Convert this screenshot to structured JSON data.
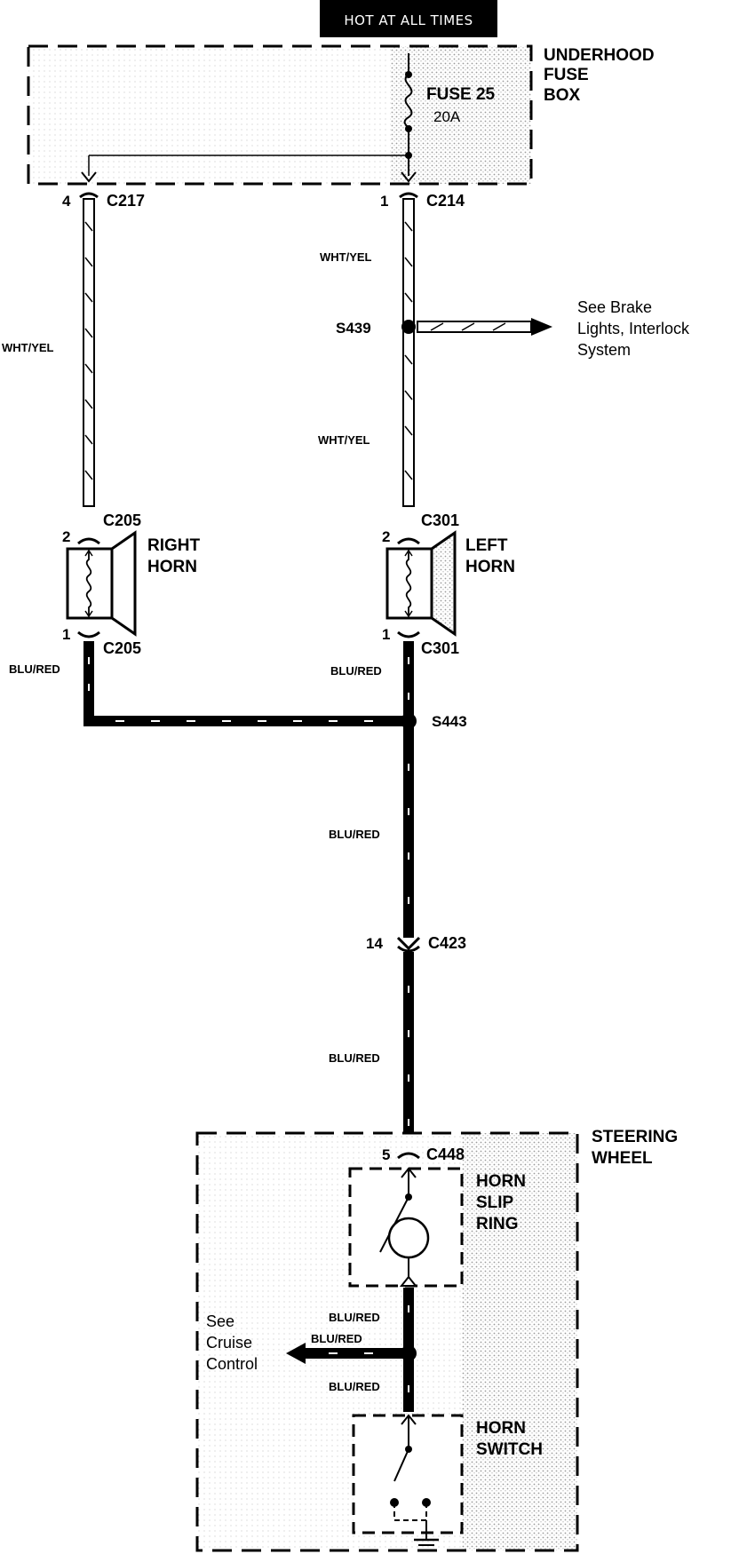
{
  "header": {
    "hot_label": "HOT AT ALL TIMES"
  },
  "fuse_box": {
    "label_line1": "UNDERHOOD",
    "label_line2": "FUSE",
    "label_line3": "BOX",
    "fuse_name": "FUSE 25",
    "fuse_rating": "20A"
  },
  "connectors": {
    "c217": {
      "name": "C217",
      "pin": "4"
    },
    "c214": {
      "name": "C214",
      "pin": "1"
    },
    "c205_top": {
      "name": "C205",
      "pin": "2"
    },
    "c205_bot": {
      "name": "C205",
      "pin": "1"
    },
    "c301_top": {
      "name": "C301",
      "pin": "2"
    },
    "c301_bot": {
      "name": "C301",
      "pin": "1"
    },
    "c423": {
      "name": "C423",
      "pin": "14"
    },
    "c448": {
      "name": "C448",
      "pin": "5"
    }
  },
  "splices": {
    "s439": "S439",
    "s443": "S443"
  },
  "wires": {
    "wht_yel_left": "WHT/YEL",
    "wht_yel_right_upper": "WHT/YEL",
    "wht_yel_right_lower": "WHT/YEL",
    "blu_red_left": "BLU/RED",
    "blu_red_right": "BLU/RED",
    "blu_red_mid1": "BLU/RED",
    "blu_red_mid2": "BLU/RED",
    "blu_red_sw1": "BLU/RED",
    "blu_red_sw_branch": "BLU/RED",
    "blu_red_sw2": "BLU/RED"
  },
  "refs": {
    "brake": {
      "line1": "See  Brake",
      "line2": "Lights, Interlock",
      "line3": "System"
    },
    "cruise": {
      "line1": "See",
      "line2": "Cruise",
      "line3": "Control"
    }
  },
  "components": {
    "right_horn": {
      "line1": "RIGHT",
      "line2": "HORN"
    },
    "left_horn": {
      "line1": "LEFT",
      "line2": "HORN"
    },
    "steering_wheel": {
      "line1": "STEERING",
      "line2": "WHEEL"
    },
    "horn_slip_ring": {
      "line1": "HORN",
      "line2": "SLIP",
      "line3": "RING"
    },
    "horn_switch": {
      "line1": "HORN",
      "line2": "SWITCH"
    }
  }
}
